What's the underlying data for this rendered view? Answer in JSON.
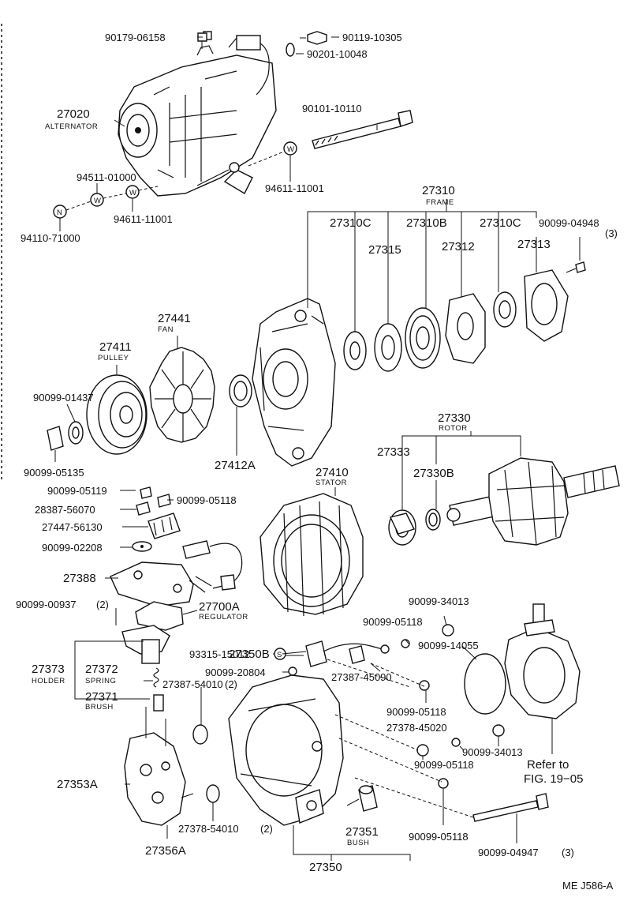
{
  "diagram_id": "ME J586-A",
  "parts": [
    {
      "number": "90179-06158"
    },
    {
      "number": "90119-10305"
    },
    {
      "number": "90201-10048"
    },
    {
      "number": "27020",
      "name": "ALTERNATOR"
    },
    {
      "number": "90101-10110"
    },
    {
      "number": "94511-01000"
    },
    {
      "number": "94611-11001"
    },
    {
      "number": "94611-11001"
    },
    {
      "number": "94110-71000"
    },
    {
      "number": "27310",
      "name": "FRAME"
    },
    {
      "number": "27310C"
    },
    {
      "number": "27310B"
    },
    {
      "number": "27310C"
    },
    {
      "number": "90099-04948",
      "qty": "(3)"
    },
    {
      "number": "27315"
    },
    {
      "number": "27312"
    },
    {
      "number": "27313"
    },
    {
      "number": "27441",
      "name": "FAN"
    },
    {
      "number": "27411",
      "name": "PULLEY"
    },
    {
      "number": "90099-01437"
    },
    {
      "number": "90099-05135"
    },
    {
      "number": "27412A"
    },
    {
      "number": "27330",
      "name": "ROTOR"
    },
    {
      "number": "27333"
    },
    {
      "number": "27330B"
    },
    {
      "number": "27410",
      "name": "STATOR"
    },
    {
      "number": "90099-05119"
    },
    {
      "number": "28387-56070"
    },
    {
      "number": "90099-05118"
    },
    {
      "number": "27447-56130"
    },
    {
      "number": "90099-02208"
    },
    {
      "number": "27388"
    },
    {
      "number": "90099-00937",
      "qty": "(2)"
    },
    {
      "number": "27700A",
      "name": "REGULATOR"
    },
    {
      "number": "90099-34013"
    },
    {
      "number": "90099-05118"
    },
    {
      "number": "90099-14055"
    },
    {
      "number": "93315-15012"
    },
    {
      "number": "27350B"
    },
    {
      "number": "27387-45090"
    },
    {
      "number": "90099-20804"
    },
    {
      "number": "27373",
      "name": "HOLDER"
    },
    {
      "number": "27372",
      "name": "SPRING"
    },
    {
      "number": "27371",
      "name": "BRUSH"
    },
    {
      "number": "27387-54010",
      "qty": "(2)"
    },
    {
      "number": "90099-05118"
    },
    {
      "number": "27378-45020"
    },
    {
      "number": "90099-34013"
    },
    {
      "number": "90099-05118"
    },
    {
      "number": "27353A"
    },
    {
      "number": "27378-54010",
      "qty": "(2)"
    },
    {
      "number": "27356A"
    },
    {
      "number": "90099-05118"
    },
    {
      "number": "27351",
      "name": "BUSH"
    },
    {
      "number": "27350"
    },
    {
      "number": "90099-04947",
      "qty": "(3)"
    }
  ],
  "reference": {
    "line1": "Refer to",
    "line2": "FIG. 19−05"
  }
}
